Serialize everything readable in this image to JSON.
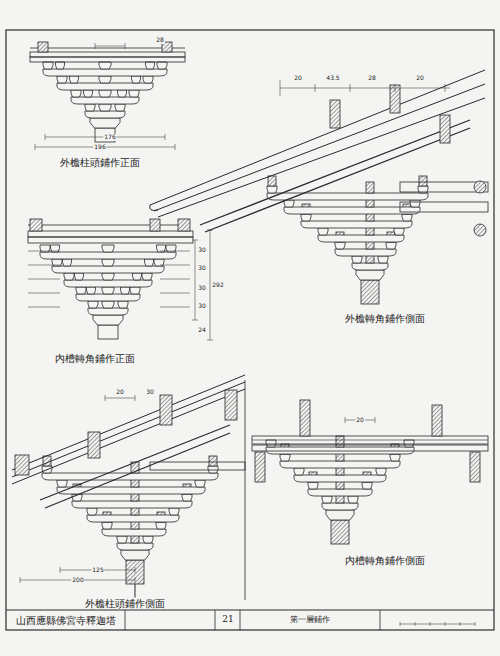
{
  "diagram": {
    "title": "山西應縣佛宮寺釋迦塔",
    "labels": [
      "外檐柱頭鋪作正面",
      "28",
      "176",
      "196",
      "外檐轉角鋪作側面",
      "20",
      "43.5",
      "28",
      "20",
      "内槽轉角鋪作正面",
      "30",
      "30",
      "30",
      "30",
      "292",
      "24",
      "外檐柱頭鋪作側面",
      "20",
      "30",
      "200",
      "125",
      "内槽轉角鋪作側面",
      "20",
      "21",
      "第一層鋪作"
    ]
  }
}
